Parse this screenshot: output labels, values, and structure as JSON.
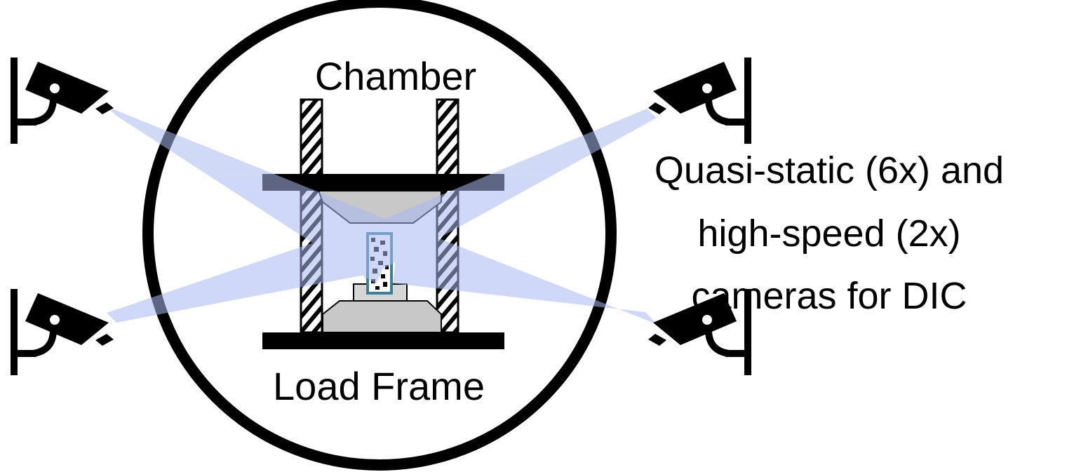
{
  "labels": {
    "chamber": "Chamber",
    "load_frame": "Load Frame",
    "camera_note": [
      "Quasi-static (6x) and",
      "high-speed (2x)",
      "cameras for DIC"
    ]
  },
  "icons": {
    "camera": "security-camera-icon",
    "specimen": "speckled-specimen"
  },
  "colors": {
    "outline": "#000000",
    "view_cone": "#a9b9ef",
    "platen": "#c8c8c8",
    "specimen_border": "#3c7f96"
  }
}
